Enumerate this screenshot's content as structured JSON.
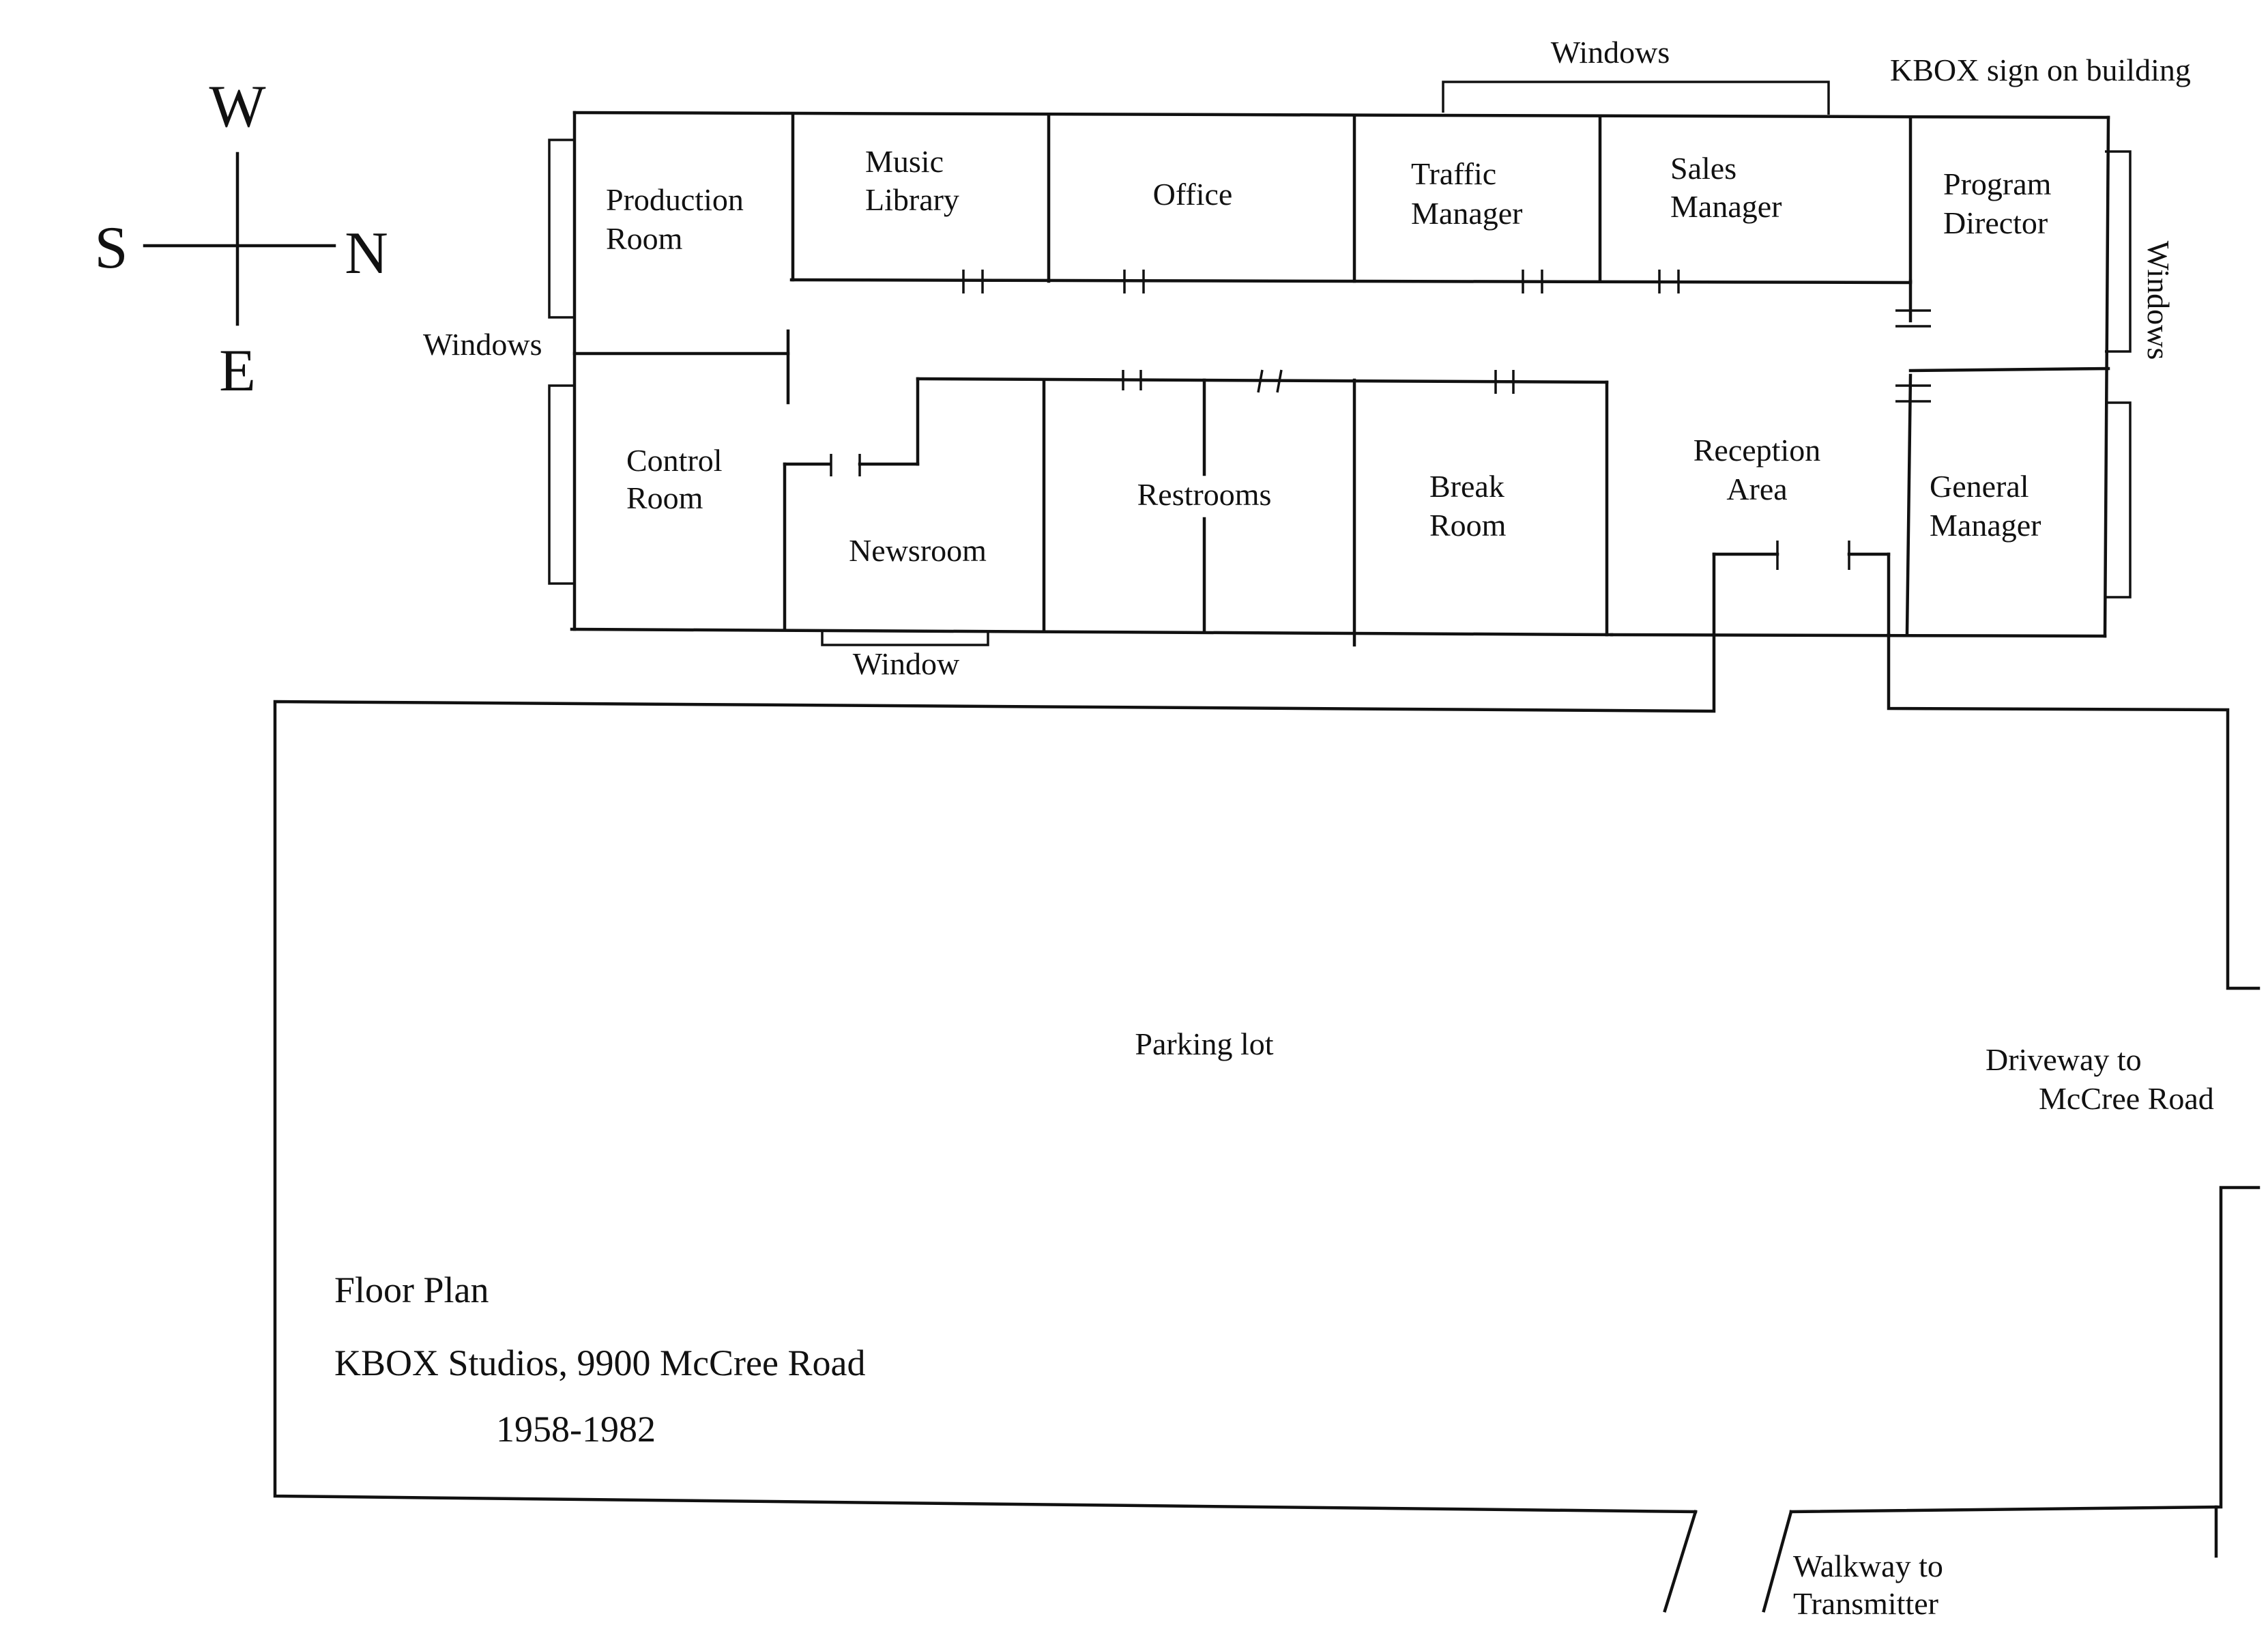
{
  "compass": {
    "west": "W",
    "east": "E",
    "south": "S",
    "north": "N"
  },
  "notes": {
    "windows_top": "Windows",
    "kbox_sign": "KBOX sign on building",
    "windows_left": "Windows",
    "windows_right": "Windows",
    "window_bottom": "Window"
  },
  "rooms": {
    "production": [
      "Production",
      "Room"
    ],
    "music_library": [
      "Music",
      "Library"
    ],
    "office": [
      "Office"
    ],
    "traffic_manager": [
      "Traffic",
      "Manager"
    ],
    "sales_manager": [
      "Sales",
      "Manager"
    ],
    "program_director": [
      "Program",
      "Director"
    ],
    "control": [
      "Control",
      "Room"
    ],
    "newsroom": [
      "Newsroom"
    ],
    "restrooms": [
      "Restrooms"
    ],
    "break_room": [
      "Break",
      "Room"
    ],
    "reception": [
      "Reception",
      "Area"
    ],
    "general_manager": [
      "General",
      "Manager"
    ]
  },
  "site": {
    "parking": "Parking lot",
    "driveway": [
      "Driveway to",
      "McCree Road"
    ],
    "walkway": [
      "Walkway to",
      "Transmitter"
    ]
  },
  "caption": {
    "line1": "Floor Plan",
    "line2": "KBOX  Studios, 9900 McCree Road",
    "line3": "1958-1982"
  }
}
